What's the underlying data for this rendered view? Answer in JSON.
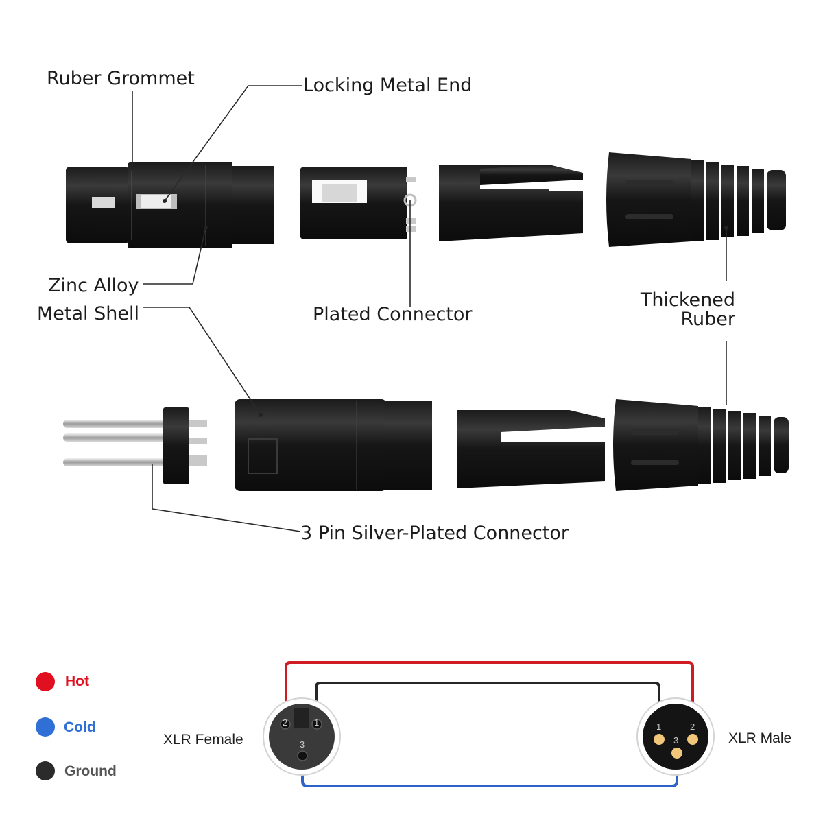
{
  "callouts": {
    "rubber_grommet": "Ruber Grommet",
    "locking_metal_end": "Locking Metal End",
    "zinc_alloy_line1": "Zinc Alloy",
    "metal_shell_line2": "Metal Shell",
    "plated_connector": "Plated Connector",
    "thickened_line1": "Thickened",
    "ruber_line2": "Ruber",
    "three_pin_connector": "3 Pin Silver-Plated Connector"
  },
  "legend": [
    {
      "label": "Hot",
      "color": "#e01020"
    },
    {
      "label": "Cold",
      "color": "#2f6fd6"
    },
    {
      "label": "Ground",
      "color": "#2b2b2b"
    }
  ],
  "wiring": {
    "female_label": "XLR Female",
    "male_label": "XLR Male",
    "female_pins": [
      "2",
      "1",
      "3"
    ],
    "male_pins": [
      "1",
      "2",
      "3"
    ],
    "colors": {
      "hot": "#d01a24",
      "cold": "#2d63c8",
      "ground": "#262626"
    }
  }
}
